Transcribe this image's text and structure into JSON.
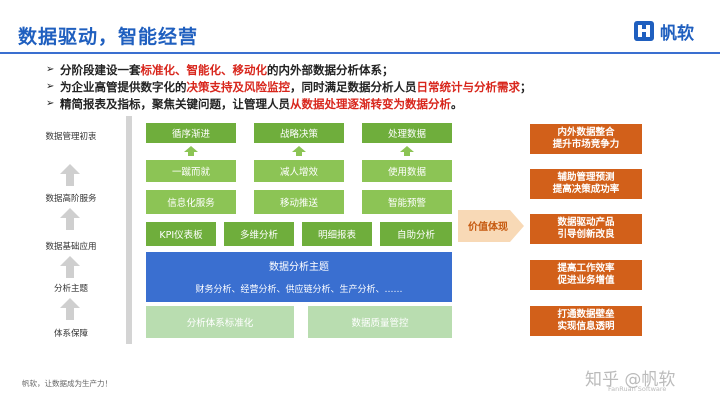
{
  "header": {
    "title": "数据驱动，智能经营",
    "logo_text": "帆软"
  },
  "bullets": [
    {
      "parts": [
        {
          "text": "分阶段建设一套",
          "red": false
        },
        {
          "text": "标准化、智能化、移动化",
          "red": true
        },
        {
          "text": "的内外部数据分析体系；",
          "red": false
        }
      ]
    },
    {
      "parts": [
        {
          "text": "为企业高管提供数字化的",
          "red": false
        },
        {
          "text": "决策支持及风险监控",
          "red": true
        },
        {
          "text": "，同时满足数据分析人员",
          "red": false
        },
        {
          "text": "日常统计与分析需求",
          "red": true
        },
        {
          "text": "；",
          "red": false
        }
      ]
    },
    {
      "parts": [
        {
          "text": "精简报表及指标，聚焦关键问题，让管理人员",
          "red": false
        },
        {
          "text": "从数据处理逐渐转变为数据分析",
          "red": true
        },
        {
          "text": "。",
          "red": false
        }
      ]
    }
  ],
  "levels": [
    "数据管理初衷",
    "数据高阶服务",
    "数据基础应用",
    "分析主题",
    "体系保障"
  ],
  "goals": [
    "循序渐进",
    "战略决策",
    "处理数据"
  ],
  "principles": [
    "一蹴而就",
    "减人增效",
    "使用数据"
  ],
  "services": [
    "信息化服务",
    "移动推送",
    "智能预警"
  ],
  "applications": [
    "KPI仪表板",
    "多维分析",
    "明细报表",
    "自助分析"
  ],
  "analysis": {
    "title": "数据分析主题",
    "subtitle": "财务分析、经营分析、供应链分析、生产分析、……"
  },
  "guarantees": [
    "分析体系标准化",
    "数据质量管控"
  ],
  "value_label": "价值体现",
  "values": [
    {
      "line1": "内外数据整合",
      "line2": "提升市场竞争力"
    },
    {
      "line1": "辅助管理预测",
      "line2": "提高决策成功率"
    },
    {
      "line1": "数据驱动产品",
      "line2": "引导创新改良"
    },
    {
      "line1": "提高工作效率",
      "line2": "促进业务增值"
    },
    {
      "line1": "打通数据壁垒",
      "line2": "实现信息透明"
    }
  ],
  "footer": "帆软，让数据成为生产力！",
  "watermark": {
    "main": "知乎 @帆软",
    "sub": "FanRuan Software"
  },
  "colors": {
    "title_blue": "#1f5fbf",
    "green": "#6fae3c",
    "mint": "#b9ddb0",
    "blue_box": "#3a6fd0",
    "orange": "#d2601a",
    "red": "#d8261c"
  }
}
